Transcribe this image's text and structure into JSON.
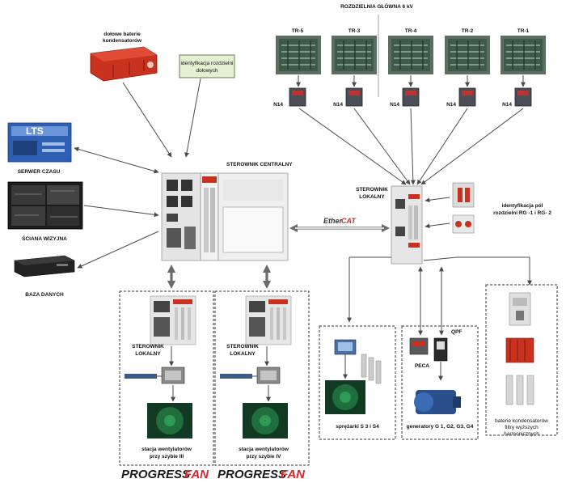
{
  "title": "ROZDZIELNIA GŁÓWNA 6 kV",
  "transformers": [
    "TR-5",
    "TR-3",
    "TR-4",
    "TR-2",
    "TR-1"
  ],
  "meter_label": "N14",
  "labels": {
    "batteries_top": [
      "dołowe baterie",
      "kondensatorów"
    ],
    "ident_box": [
      "identyfikacja rozdzielni",
      "dołowych"
    ],
    "time_server": "SERWER CZASU",
    "wall": "ŚCIANA WIZYJNA",
    "database": "BAZA DANYCH",
    "central_controller": "STEROWNIK CENTRALNY",
    "local_controller": [
      "STEROWNIK",
      "LOKALNY"
    ],
    "ident_fields": [
      "identyfikacja pól",
      "rozdzielni RG -1 i RG- 2"
    ],
    "peca": "PECA",
    "qpf": "QPF",
    "compressors": "sprężarki S 3 i S4",
    "generators": "generatory G 1, G2, G3, G4",
    "batteries_bottom": [
      "baterie kondensatorów",
      "filtry wyższych",
      "harmonicznych"
    ],
    "fan_station_3": [
      "stacja wentylatorów",
      "przy szybie III"
    ],
    "fan_station_4": [
      "stacja wentylatorów",
      "przy szybie IV"
    ],
    "brand_left": "PROGRESS",
    "brand_right": "FAN",
    "ethercat_left": "Ether",
    "ethercat_right": "CAT",
    "lts_logo": "LTS"
  },
  "colors": {
    "brand_red": "#d8262b",
    "brand_dark": "#1c1c1c",
    "transformer_green": "#3e5a4a",
    "plc_red": "#c8321e",
    "motor_green": "#1f6e3c",
    "generator_blue": "#2a4f8a",
    "label_box_fill": "#e3f0d2"
  }
}
